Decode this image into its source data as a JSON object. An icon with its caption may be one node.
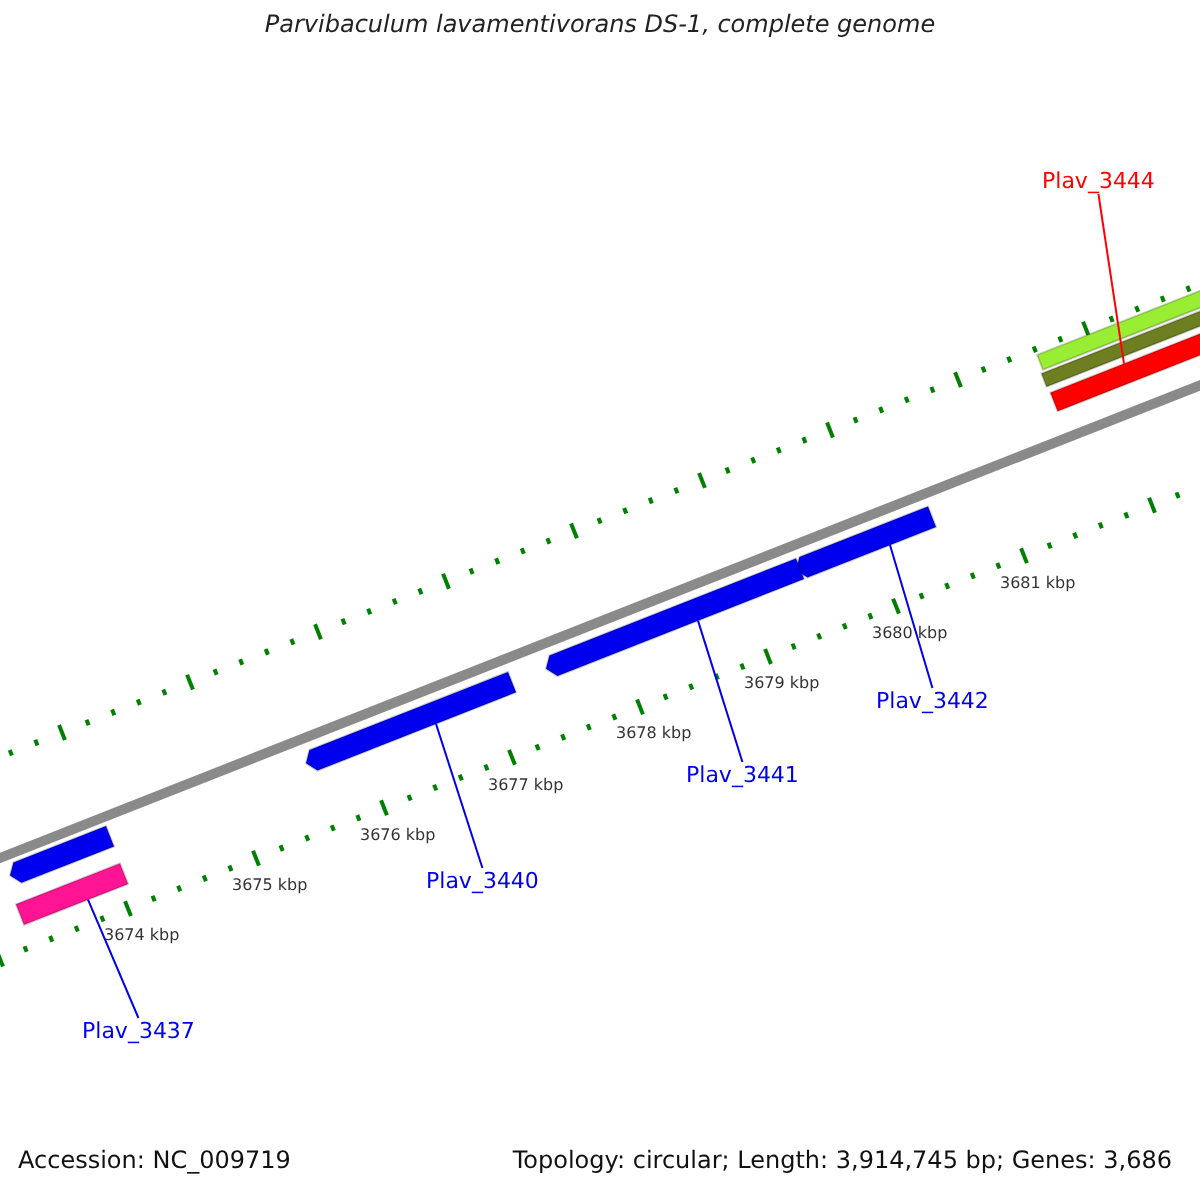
{
  "diagram": {
    "title": "Parvibaculum lavamentivorans DS-1, complete genome",
    "nodes": [
      {
        "text": [
          "Plav_3444"
        ]
      },
      {
        "text": [],
        "shape": "bar"
      },
      {
        "text": [],
        "shape": "bar"
      },
      {
        "text": [],
        "shape": "bar"
      },
      {
        "text": [],
        "shape": "bar"
      },
      {
        "text": [],
        "shape": "bar"
      },
      {
        "text": [],
        "shape": "bar"
      },
      {
        "text": [],
        "shape": "bar"
      },
      {
        "text": [],
        "shape": "bar"
      },
      {
        "text": [
          "Plav_3442"
        ]
      },
      {
        "text": [
          "Plav_3441"
        ]
      },
      {
        "text": [
          "Plav_3440"
        ]
      },
      {
        "text": [
          "Plav_3437"
        ]
      }
    ],
    "edges": [
      {
        "from": 0,
        "to": 3,
        "arrow": "none",
        "color": "#ff0000"
      },
      {
        "from": 9,
        "to": 4,
        "arrow": "none"
      },
      {
        "from": 10,
        "to": 5,
        "arrow": "none"
      },
      {
        "from": 11,
        "to": 6,
        "arrow": "none"
      },
      {
        "from": 12,
        "to": 8,
        "arrow": "none"
      }
    ],
    "labels": [
      "3681 kbp",
      "3680 kbp",
      "3679 kbp",
      "3678 kbp",
      "3677 kbp",
      "3676 kbp",
      "3675 kbp",
      "3674 kbp",
      "Accession: NC_009719",
      "Topology: circular; Length: 3,914,745 bp; Genes: 3,686"
    ]
  }
}
